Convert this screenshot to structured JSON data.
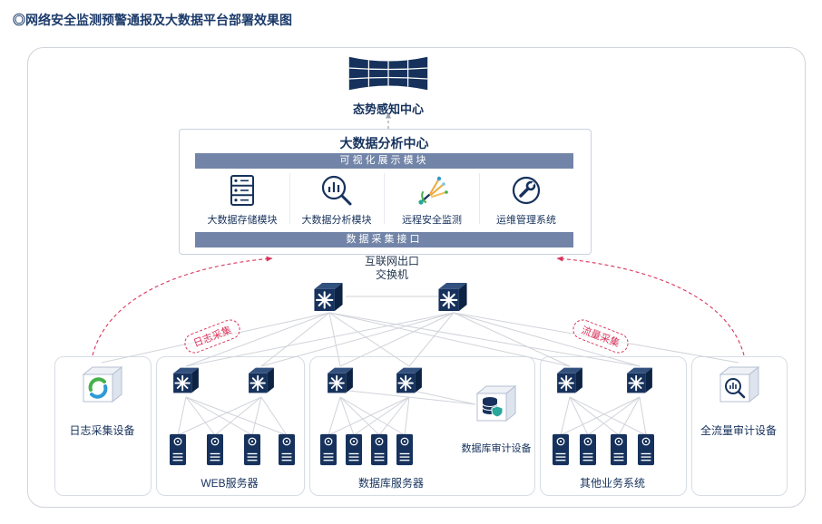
{
  "page_title": "◎网络安全监测预警通报及大数据平台部署效果图",
  "situation_center": {
    "label": "态势感知中心",
    "icon": "video-wall-icon"
  },
  "analysis_center": {
    "title": "大数据分析中心",
    "top_bar": "可视化展示模块",
    "bottom_bar": "数据采集接口",
    "modules": [
      {
        "label": "大数据存储模块",
        "icon": "storage-rack-icon"
      },
      {
        "label": "大数据分析模块",
        "icon": "analysis-magnifier-icon"
      },
      {
        "label": "远程安全监测",
        "icon": "remote-monitoring-icon"
      },
      {
        "label": "运维管理系统",
        "icon": "ops-wrench-icon"
      }
    ]
  },
  "internet_switch": {
    "label_line1": "互联网出口",
    "label_line2": "交换机",
    "icon": "switch-icon"
  },
  "flows": {
    "left_label": "日志采集",
    "right_label": "流量采集"
  },
  "groups": {
    "log_collector": {
      "label": "日志采集设备",
      "icon": "log-device-cube-icon"
    },
    "web_servers": {
      "label": "WEB服务器",
      "icon": "server-icon"
    },
    "db_servers": {
      "label": "数据库服务器",
      "audit_device": "数据库审计设备",
      "icon": "server-icon"
    },
    "other_systems": {
      "label": "其他业务系统",
      "icon": "server-icon"
    },
    "traffic_audit": {
      "label": "全流量审计设备",
      "icon": "traffic-audit-cube-icon"
    }
  },
  "colors": {
    "navy": "#16325c",
    "bar_bg": "#7285a8",
    "flow_red": "#d9345b",
    "line_gray": "#d0d3da"
  }
}
